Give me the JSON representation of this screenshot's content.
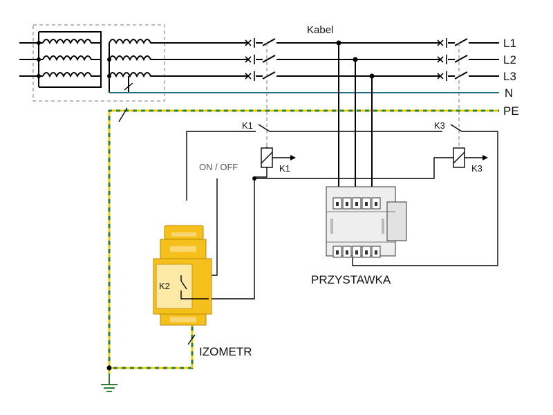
{
  "labels": {
    "cable": "Kabel",
    "l1": "L1",
    "l2": "L2",
    "l3": "L3",
    "n": "N",
    "pe": "PE",
    "k1_contact": "K1",
    "k3_contact": "K3",
    "k1_relay": "K1",
    "k3_relay": "K3",
    "on_off": "ON / OFF",
    "k2": "K2",
    "adapter": "PRZYSTAWKA",
    "izometr": "IZOMETR"
  },
  "colors": {
    "wire": "#000000",
    "neutral": "#1f6f8b",
    "pe_yellow": "#e8d000",
    "pe_green": "#2e7d32",
    "device_yellow": "#f5bf1c",
    "device_light": "#fde9a6",
    "module_gray": "#e6e6e6"
  }
}
